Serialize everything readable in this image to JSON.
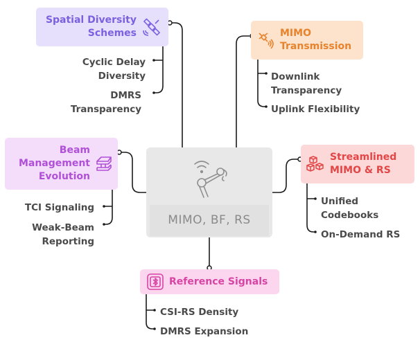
{
  "diagram": {
    "type": "mind-map",
    "center": {
      "label": "MIMO, BF, RS",
      "icon": "robot-arm-wireless-icon",
      "color": "#8a8a8a",
      "background": "#e8e8e8"
    },
    "branches": [
      {
        "id": "spatial",
        "title": "Spatial Diversity\nSchemes",
        "icon": "satellite-icon",
        "color": "#7b61e0",
        "background": "#e6e0fd",
        "children": [
          "Cyclic Delay\nDiversity",
          "DMRS\nTransparency"
        ]
      },
      {
        "id": "mimo",
        "title": "MIMO\nTransmission",
        "icon": "satellite-signal-icon",
        "color": "#e8832d",
        "background": "#fde3cc",
        "children": [
          "Downlink\nTransparency",
          "Uplink Flexibility"
        ]
      },
      {
        "id": "beam",
        "title": "Beam\nManagement\nEvolution",
        "icon": "i-beam-icon",
        "color": "#b050d8",
        "background": "#f4ddfb",
        "children": [
          "TCI Signaling",
          "Weak-Beam\nReporting"
        ]
      },
      {
        "id": "stream",
        "title": "Streamlined\nMIMO & RS",
        "icon": "cubes-icon",
        "color": "#e24646",
        "background": "#fdd8d8",
        "children": [
          "Unified\nCodebooks",
          "On-Demand RS"
        ]
      },
      {
        "id": "ref",
        "title": "Reference Signals",
        "icon": "bluetooth-square-icon",
        "color": "#d844a4",
        "background": "#fcd6ef",
        "children": [
          "CSI-RS Density",
          "DMRS Expansion"
        ]
      }
    ]
  }
}
